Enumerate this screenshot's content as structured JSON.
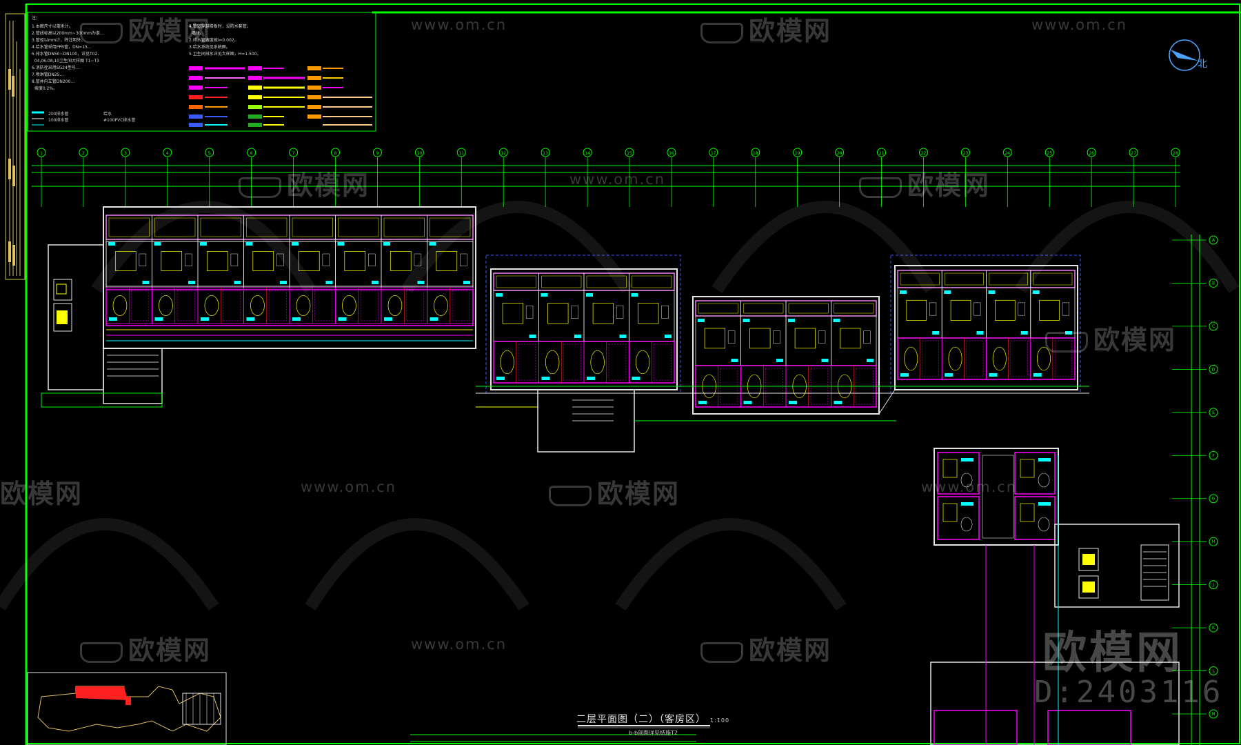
{
  "drawing": {
    "title": "二层平面图（二）（客房区）",
    "scale": "1:100",
    "subtitle": "b-b剖面详见结施T2",
    "north_label": "北",
    "notes_heading": "注：",
    "notes_lines": [
      "1.本图尺寸以毫米计。",
      "2.管线标高以200mm~300mm为准…",
      "3.管径以mm计，除注明外。",
      "4.给水管采用PPR管，DN=15…",
      "5.排水管DN50~DN100，详见T02、",
      "  04,06,08,10卫生间大样图 T1~T3",
      "6.消防栓采用SG24型号…",
      "7.喷淋管DN25…",
      "8.管井内立管DN200…",
      "  坡度0.2%。"
    ],
    "notes_lines_right": [
      "4.管道穿越楼板时，设防水套管。",
      "  墙体。",
      "2.排水管坡度按i=0.002。",
      "3.给水系统见系统图。",
      "5.卫生间排水详见大样图，H=1.500。"
    ],
    "legend_labels": [
      "200排水管",
      "100排水管",
      "#100PVC排水管",
      "给水"
    ],
    "watermark_cn": "欧模网",
    "watermark_url": "www.om.cn",
    "brand_big": "欧模网",
    "sample_id": "D:2403116"
  },
  "colors": {
    "background": "#000000",
    "frame": "#00ff00",
    "wall_white": "#e6e6e6",
    "magenta": "#ff00ff",
    "cyan": "#00ffff",
    "yellow": "#ffff00",
    "green": "#00ff00",
    "blue": "#3a5bff",
    "red": "#ff2020",
    "orange": "#ff9900"
  },
  "axis_labels_top": [
    "1",
    "2",
    "3",
    "4",
    "5",
    "6",
    "7",
    "8",
    "9",
    "10",
    "11",
    "12",
    "13",
    "14",
    "15",
    "16",
    "17",
    "18",
    "19",
    "20",
    "21",
    "22",
    "23",
    "24",
    "25",
    "26",
    "27",
    "28"
  ],
  "axis_labels_right": [
    "A",
    "B",
    "C",
    "D",
    "E",
    "F",
    "G",
    "H",
    "J",
    "K",
    "L",
    "M"
  ]
}
